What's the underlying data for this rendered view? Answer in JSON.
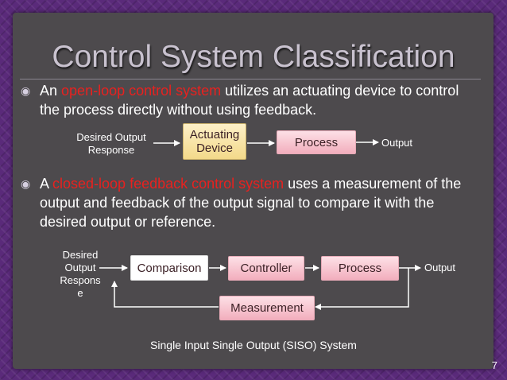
{
  "slide": {
    "title": "Control System Classification",
    "page_number": "7"
  },
  "bullet1": {
    "prefix": "An ",
    "highlight": "open-loop control system",
    "rest": " utilizes an actuating device to control the process directly without using feedback."
  },
  "bullet2": {
    "prefix": "A ",
    "highlight": "closed-loop feedback control system",
    "rest": " uses a measurement of the output and feedback of the output signal to compare it with the desired output or reference."
  },
  "open_loop": {
    "input_label": "Desired Output Response",
    "actuator": "Actuating Device",
    "process": "Process",
    "output_label": "Output"
  },
  "closed_loop": {
    "input_label": "Desired Output Respons e",
    "comparison": "Comparison",
    "controller": "Controller",
    "process": "Process",
    "measurement": "Measurement",
    "output_label": "Output"
  },
  "caption": "Single Input Single Output (SISO) System",
  "colors": {
    "highlight": "#e8211f",
    "panel": "#4d4a4d",
    "background": "#5a2a7a"
  }
}
